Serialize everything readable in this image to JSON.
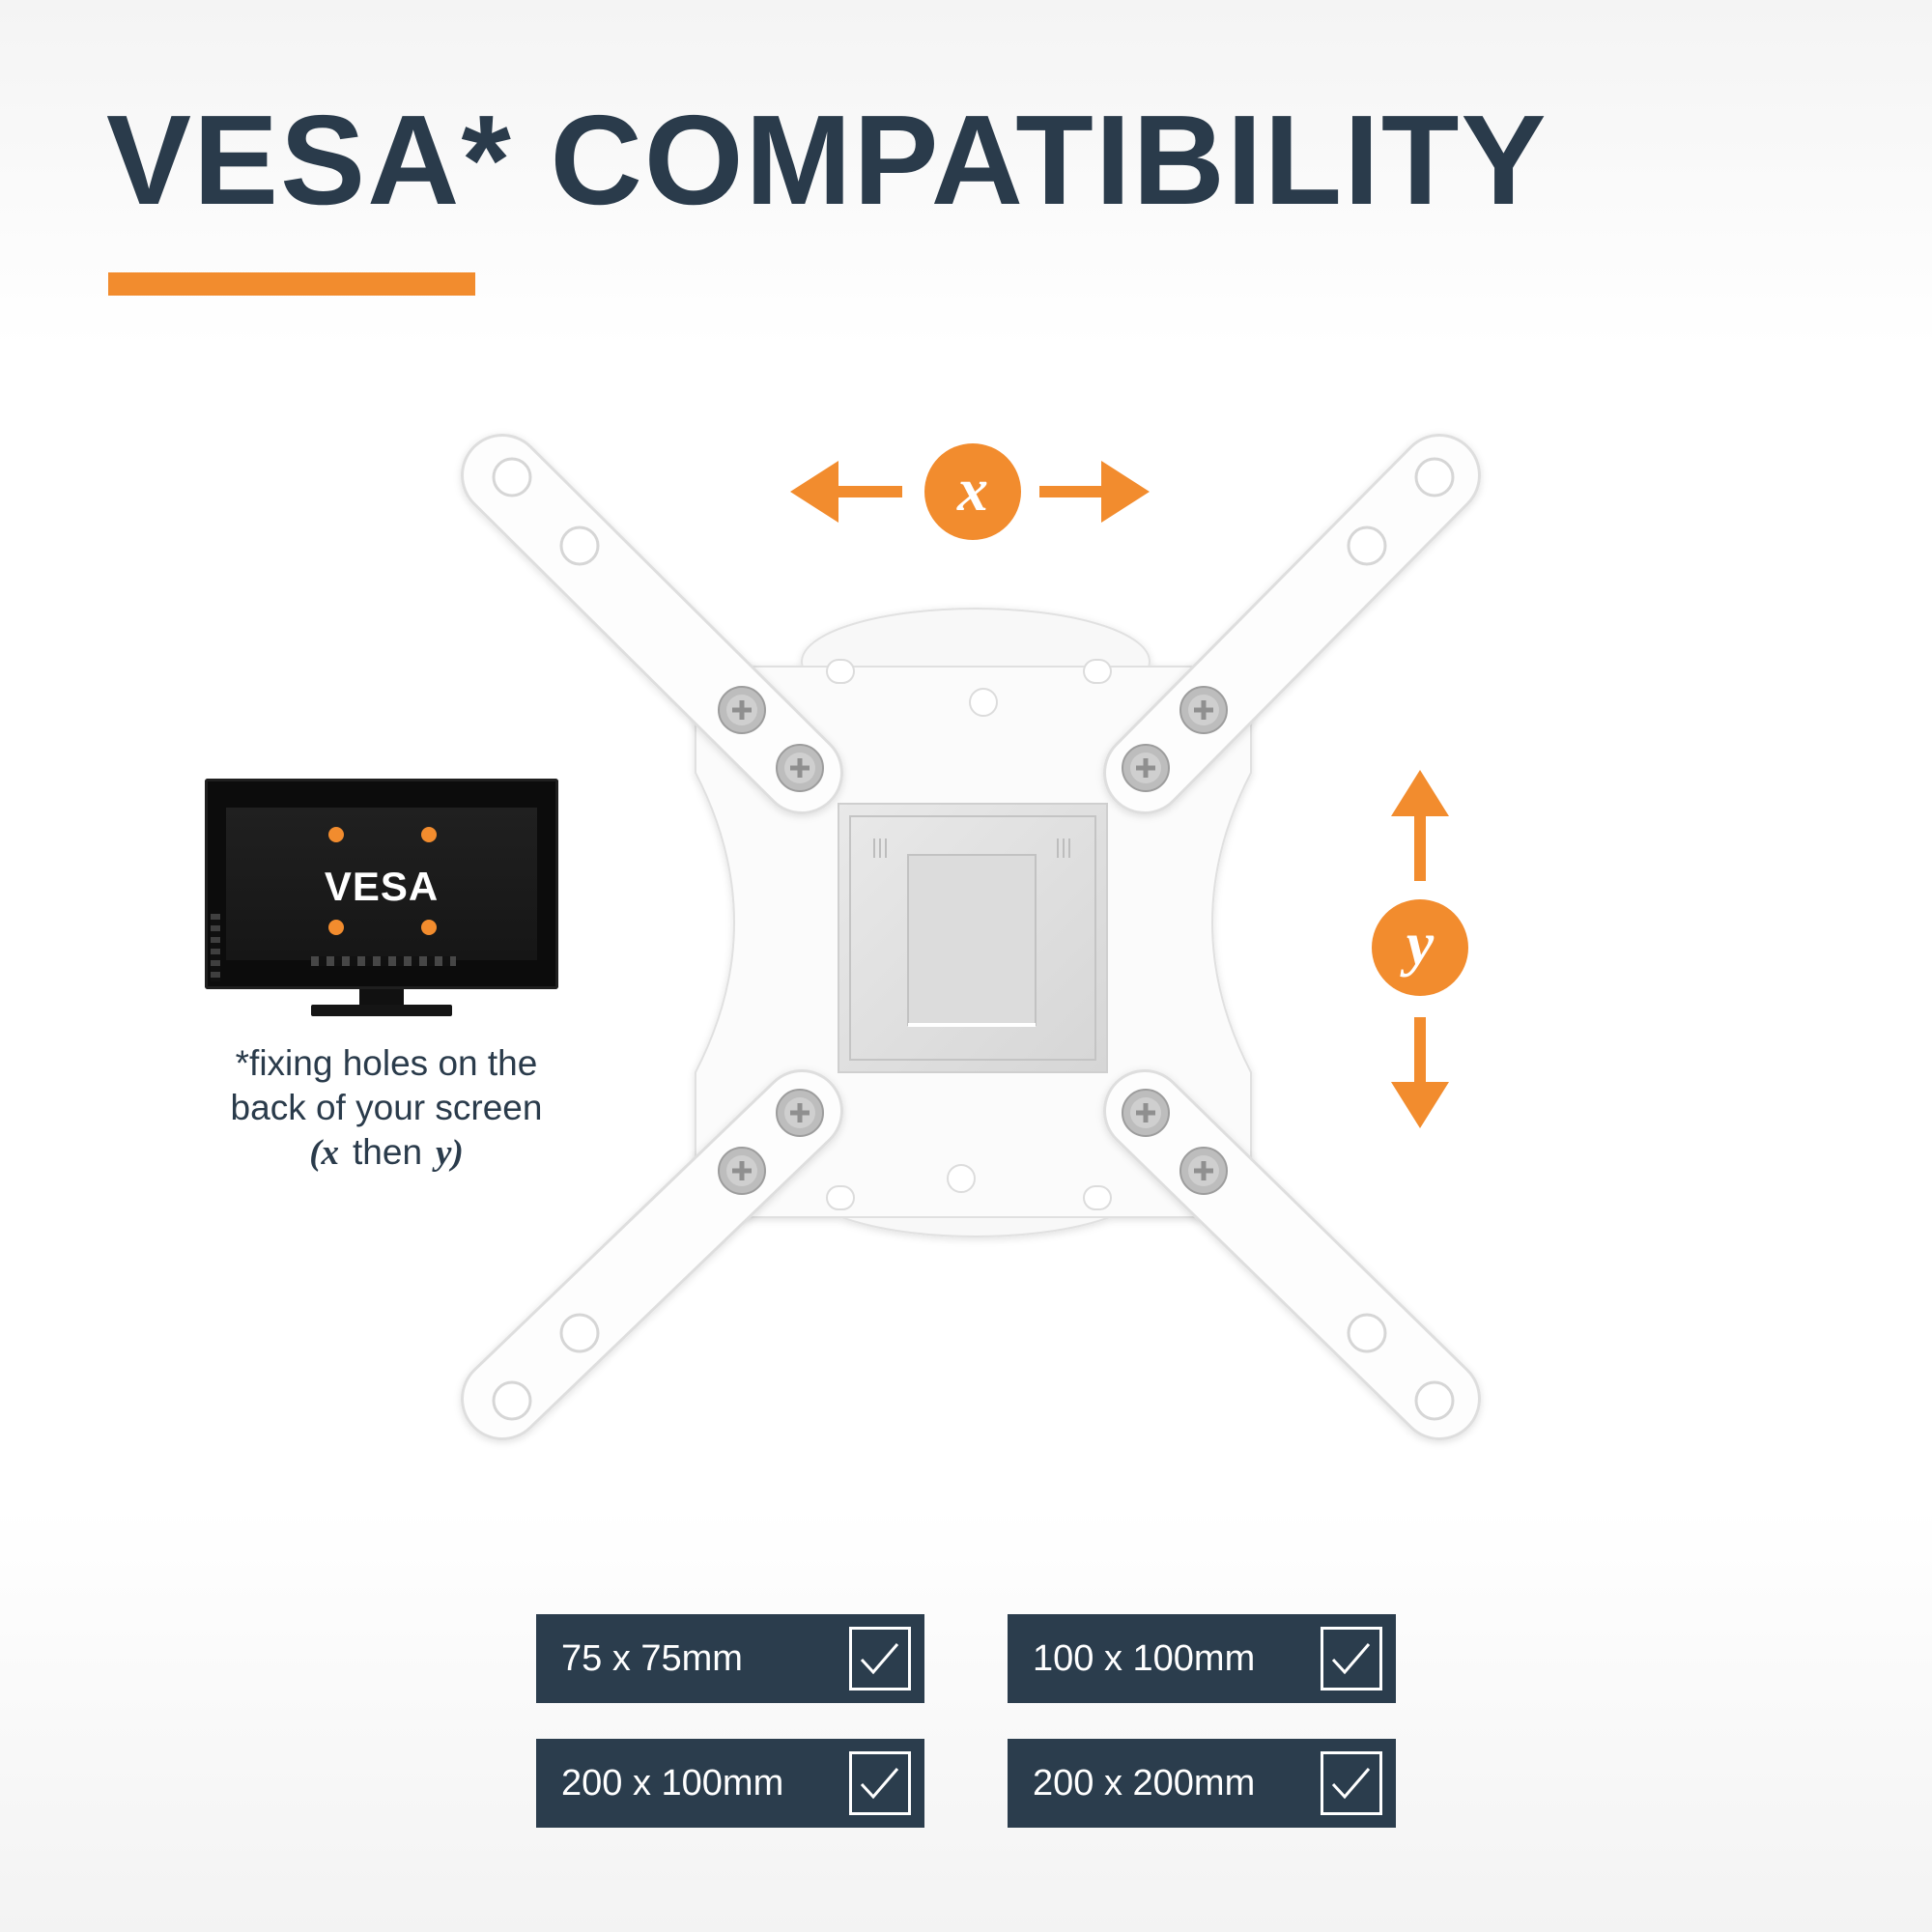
{
  "title": "VESA* COMPATIBILITY",
  "axis_labels": {
    "x": "x",
    "y": "y"
  },
  "tv": {
    "label": "VESA"
  },
  "caption": {
    "line1": "*fixing holes on the",
    "line2": "back of your screen",
    "x": "x",
    "then": "then",
    "y": "y"
  },
  "sizes": [
    "75 x 75mm",
    "100 x 100mm",
    "200 x 100mm",
    "200 x 200mm"
  ],
  "colors": {
    "accent": "#f28c2e",
    "dark": "#2b3d4d",
    "title": "#2a3b4b"
  }
}
